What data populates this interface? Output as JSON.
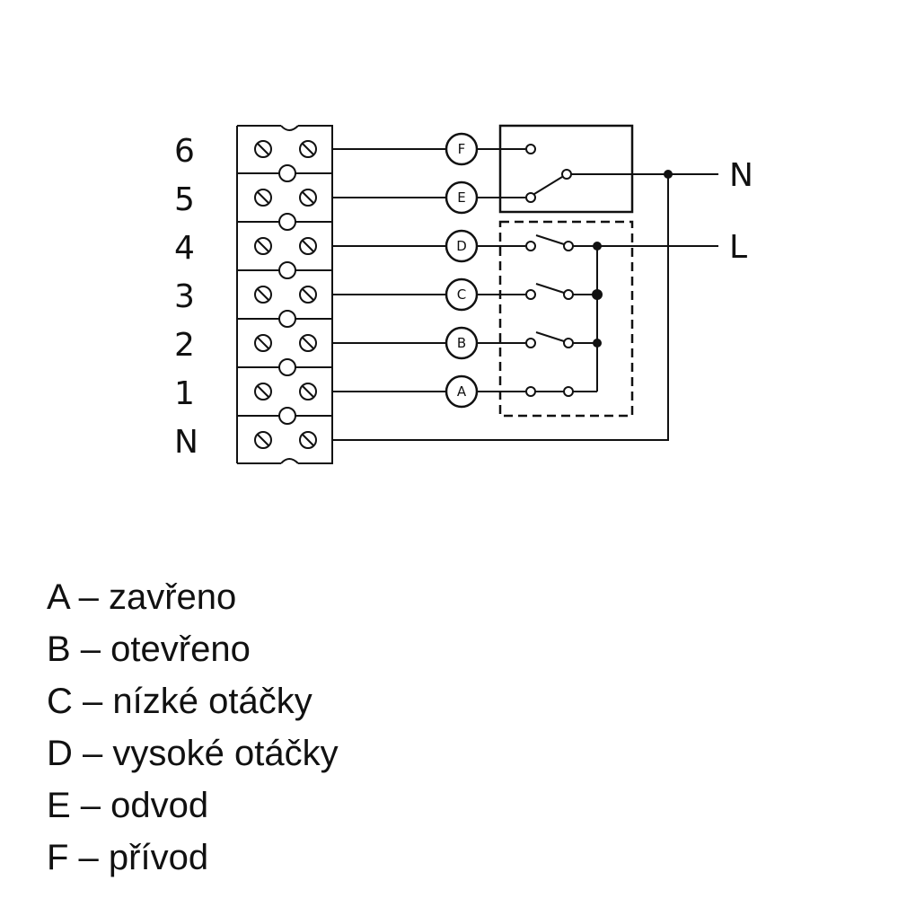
{
  "terminals": [
    "6",
    "5",
    "4",
    "3",
    "2",
    "1",
    "N"
  ],
  "connectors": [
    "F",
    "E",
    "D",
    "C",
    "B",
    "A"
  ],
  "supply": {
    "neutral": "N",
    "line": "L"
  },
  "legend": [
    {
      "key": "A",
      "text": "zavřeno"
    },
    {
      "key": "B",
      "text": "otevřeno"
    },
    {
      "key": "C",
      "text": "nízké otáčky"
    },
    {
      "key": "D",
      "text": "vysoké otáčky"
    },
    {
      "key": "E",
      "text": "odvod"
    },
    {
      "key": "F",
      "text": "přívod"
    }
  ]
}
